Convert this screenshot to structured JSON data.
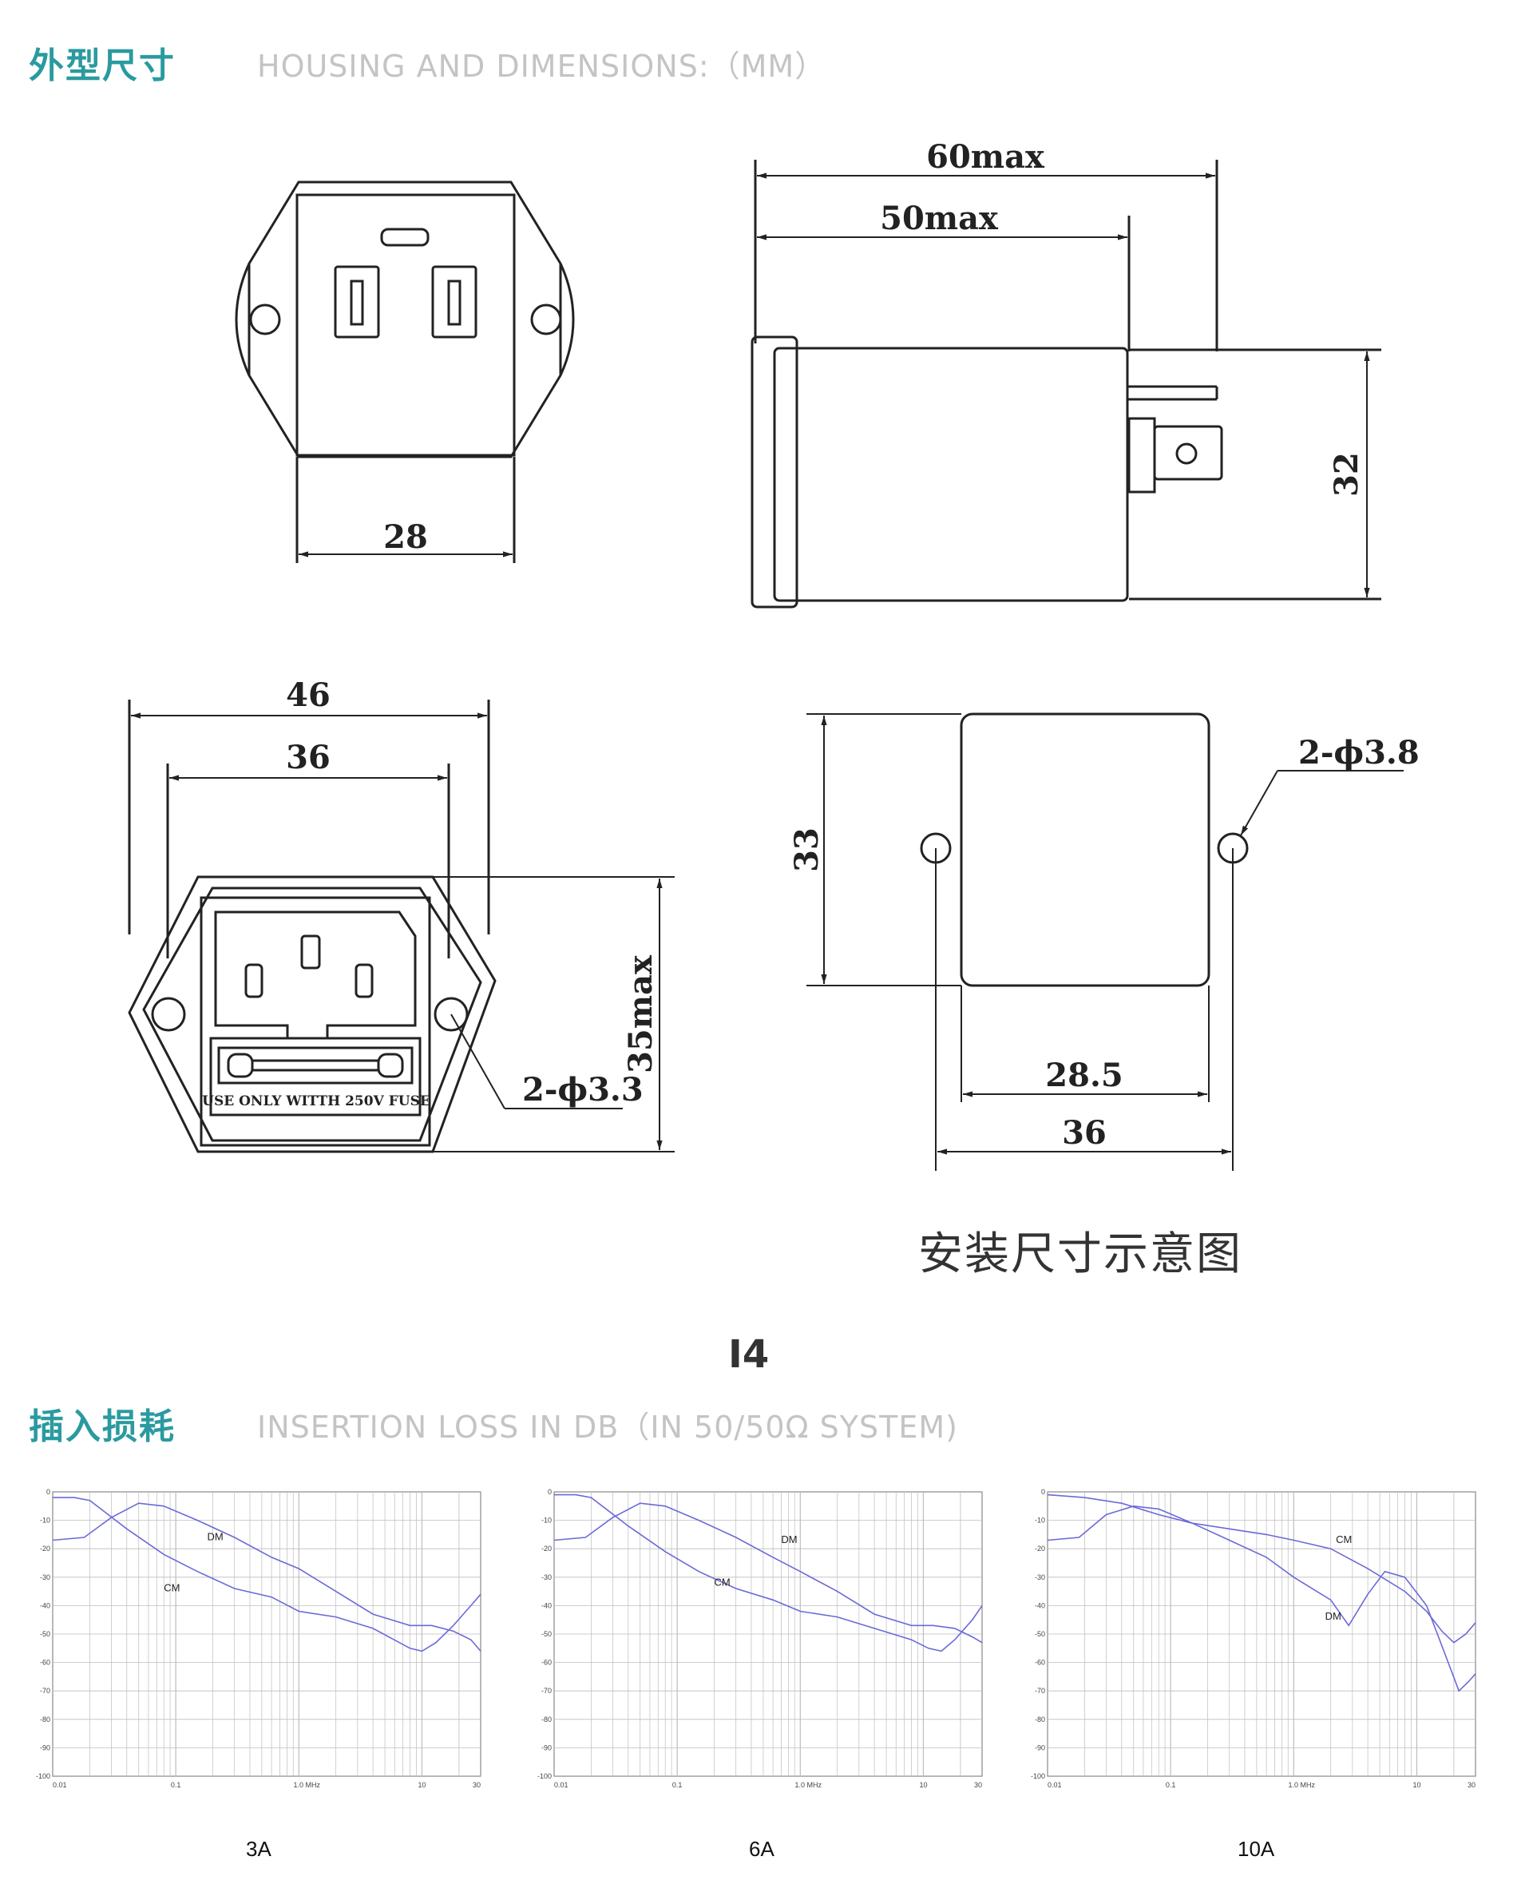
{
  "header": {
    "dimensions_title": "外型尺寸",
    "dimensions_subtitle": "HOUSING AND DIMENSIONS:（MM）",
    "insertion_title": "插入损耗",
    "insertion_subtitle": "INSERTION LOSS IN DB（IN 50/50Ω SYSTEM)"
  },
  "drawings": {
    "front_top": {
      "width_label": "28"
    },
    "side": {
      "overall_label": "60max",
      "body_label": "50max",
      "height_label": "32"
    },
    "front_bottom": {
      "outer_label": "46",
      "inner_label": "36",
      "height_label": "35max",
      "hole_label": "2-ϕ3.3",
      "fuse_text": "USE  ONLY  WITTH  250V  FUSE"
    },
    "install": {
      "height_label": "33",
      "hole_label": "2-ϕ3.8",
      "body_label": "28.5",
      "pitch_label": "36",
      "caption": "安装尺寸示意图"
    }
  },
  "model": "I4",
  "colors": {
    "accent": "#2a9aa0",
    "curve": "#6a6ad8",
    "grid": "#bdbdbd"
  },
  "chart_data": [
    {
      "type": "line",
      "caption": "3A",
      "x_scale": "log",
      "xlim": [
        0.01,
        30
      ],
      "ylim": [
        -100,
        0
      ],
      "x_ticks": [
        "0.01",
        "0.1",
        "1.0  MHz",
        "10",
        "30"
      ],
      "y_ticks": [
        "0",
        "-10",
        "-20",
        "-30",
        "-40",
        "-50",
        "-60",
        "-70",
        "-80",
        "-90",
        "-100"
      ],
      "grid": true,
      "series": [
        {
          "name": "DM",
          "x": [
            0.01,
            0.018,
            0.03,
            0.05,
            0.08,
            0.15,
            0.3,
            0.6,
            1.0,
            2.0,
            4.0,
            8.0,
            12,
            18,
            25,
            30
          ],
          "y": [
            -17,
            -16,
            -9,
            -4,
            -5,
            -10,
            -16,
            -23,
            -27,
            -35,
            -43,
            -47,
            -47,
            -49,
            -52,
            -56
          ]
        },
        {
          "name": "CM",
          "x": [
            0.01,
            0.015,
            0.02,
            0.04,
            0.08,
            0.15,
            0.3,
            0.6,
            1.0,
            2.0,
            4.0,
            8.0,
            10,
            13,
            18,
            25,
            30
          ],
          "y": [
            -2,
            -2,
            -3,
            -13,
            -22,
            -28,
            -34,
            -37,
            -42,
            -44,
            -48,
            -55,
            -56,
            -53,
            -47,
            -40,
            -36
          ]
        }
      ]
    },
    {
      "type": "line",
      "caption": "6A",
      "x_scale": "log",
      "xlim": [
        0.01,
        30
      ],
      "ylim": [
        -100,
        0
      ],
      "x_ticks": [
        "0.01",
        "0.1",
        "1.0  MHz",
        "10",
        "30"
      ],
      "y_ticks": [
        "0",
        "-10",
        "-20",
        "-30",
        "-40",
        "-50",
        "-60",
        "-70",
        "-80",
        "-90",
        "-100"
      ],
      "grid": true,
      "series": [
        {
          "name": "DM",
          "x": [
            0.01,
            0.018,
            0.03,
            0.05,
            0.08,
            0.15,
            0.3,
            0.6,
            1.0,
            2.0,
            4.0,
            8.0,
            12,
            18,
            25,
            30
          ],
          "y": [
            -17,
            -16,
            -9,
            -4,
            -5,
            -10,
            -16,
            -23,
            -28,
            -35,
            -43,
            -47,
            -47,
            -48,
            -51,
            -53
          ]
        },
        {
          "name": "CM",
          "x": [
            0.01,
            0.015,
            0.02,
            0.04,
            0.08,
            0.15,
            0.3,
            0.6,
            1.0,
            2.0,
            4.0,
            8.0,
            11,
            14,
            18,
            25,
            30
          ],
          "y": [
            -1,
            -1,
            -2,
            -12,
            -21,
            -28,
            -34,
            -38,
            -42,
            -44,
            -48,
            -52,
            -55,
            -56,
            -52,
            -45,
            -40
          ]
        }
      ]
    },
    {
      "type": "line",
      "caption": "10A",
      "x_scale": "log",
      "xlim": [
        0.01,
        30
      ],
      "ylim": [
        -100,
        0
      ],
      "x_ticks": [
        "0.01",
        "0.1",
        "1.0  MHz",
        "10",
        "30"
      ],
      "y_ticks": [
        "0",
        "-10",
        "-20",
        "-30",
        "-40",
        "-50",
        "-60",
        "-70",
        "-80",
        "-90",
        "-100"
      ],
      "grid": true,
      "series": [
        {
          "name": "DM",
          "x": [
            0.01,
            0.018,
            0.03,
            0.05,
            0.08,
            0.15,
            0.3,
            0.6,
            1.0,
            2.0,
            2.8,
            4.0,
            5.5,
            8.0,
            12,
            18,
            22,
            26,
            30
          ],
          "y": [
            -17,
            -16,
            -8,
            -5,
            -6,
            -11,
            -17,
            -23,
            -30,
            -38,
            -47,
            -36,
            -28,
            -30,
            -40,
            -60,
            -70,
            -67,
            -64
          ]
        },
        {
          "name": "CM",
          "x": [
            0.01,
            0.02,
            0.04,
            0.08,
            0.15,
            0.3,
            0.6,
            1.0,
            2.0,
            4.0,
            8.0,
            12,
            16,
            20,
            25,
            30
          ],
          "y": [
            -1,
            -2,
            -4,
            -8,
            -11,
            -13,
            -15,
            -17,
            -20,
            -27,
            -35,
            -42,
            -49,
            -53,
            -50,
            -46
          ]
        }
      ]
    }
  ]
}
